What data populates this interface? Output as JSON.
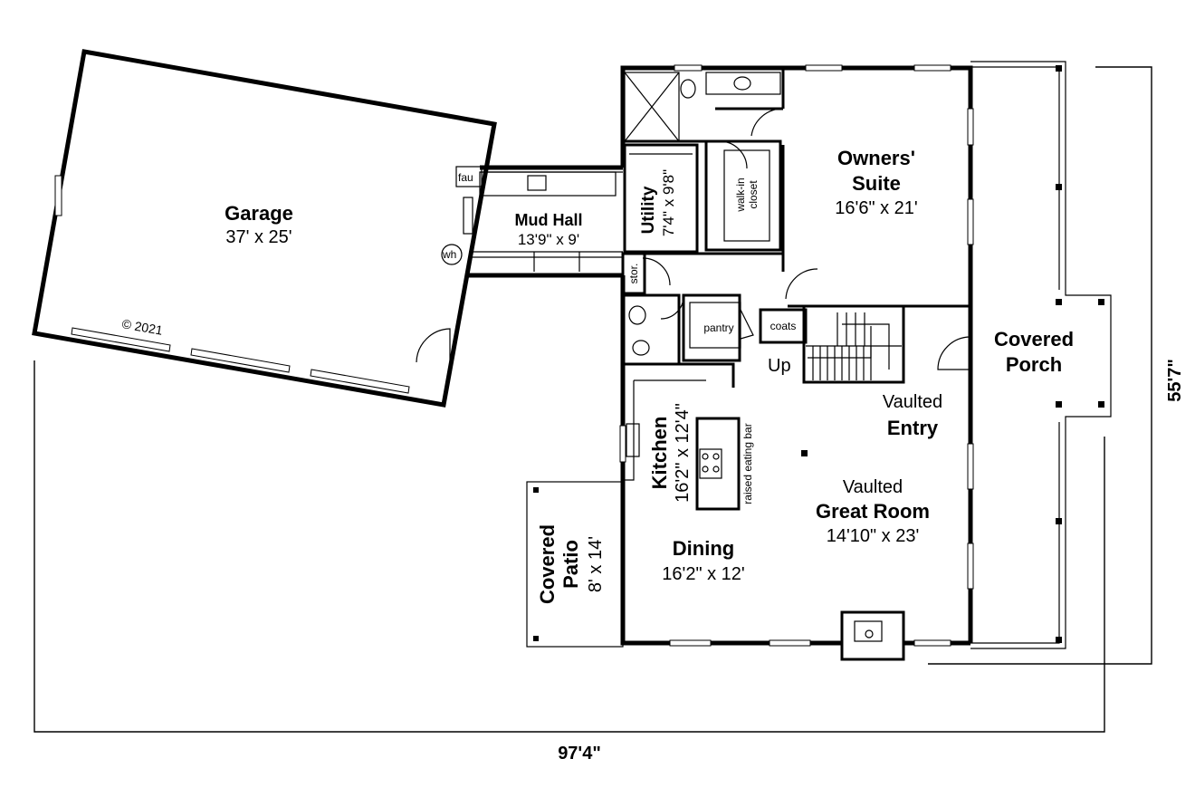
{
  "rooms": {
    "garage": {
      "name": "Garage",
      "size": "37' x 25'"
    },
    "mud_hall": {
      "name": "Mud Hall",
      "size": "13'9\" x 9'"
    },
    "utility": {
      "name": "Utility",
      "size": "7'4\" x 9'8\""
    },
    "walk_in_closet": {
      "line1": "walk-in",
      "line2": "closet"
    },
    "owners_suite": {
      "name_line1": "Owners'",
      "name_line2": "Suite",
      "size": "16'6\" x 21'"
    },
    "covered_porch": {
      "name_line1": "Covered",
      "name_line2": "Porch"
    },
    "storage": {
      "name": "stor."
    },
    "pantry": {
      "name": "pantry"
    },
    "coats": {
      "name": "coats"
    },
    "stairs": {
      "label": "Up"
    },
    "vaulted_entry": {
      "line1": "Vaulted",
      "line2": "Entry"
    },
    "kitchen": {
      "name": "Kitchen",
      "size": "16'2\" x 12'4\""
    },
    "raised_eating_bar": {
      "label": "raised eating bar"
    },
    "great_room": {
      "line1": "Vaulted",
      "line2": "Great Room",
      "size": "14'10\" x 23'"
    },
    "dining": {
      "name": "Dining",
      "size": "16'2\" x 12'"
    },
    "covered_patio": {
      "name_line1": "Covered",
      "name_line2": "Patio",
      "size": "8' x 14'"
    }
  },
  "fixtures": {
    "furnace": "fau",
    "water_heater": "wh"
  },
  "copyright": "© 2021",
  "dimensions": {
    "overall_width": "97'4\"",
    "overall_depth": "55'7\""
  }
}
